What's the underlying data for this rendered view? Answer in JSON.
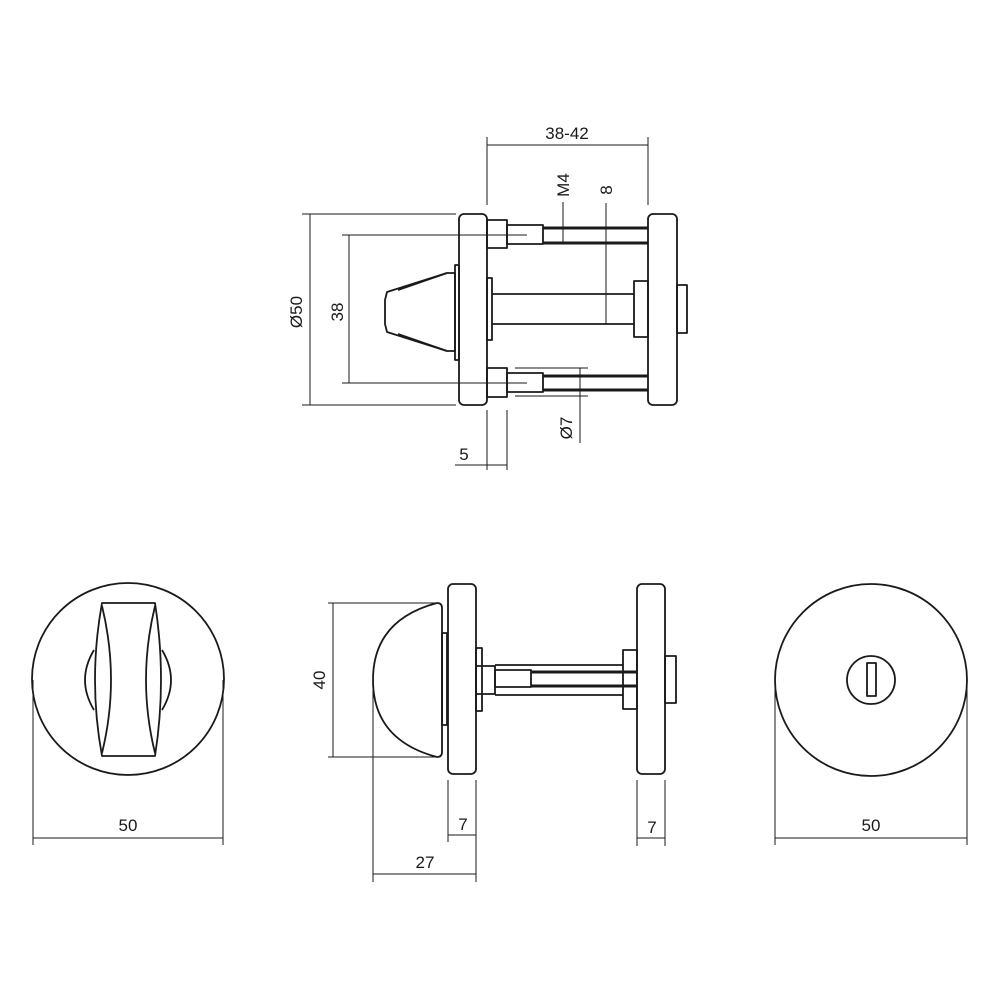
{
  "line_color": "#1a1a1a",
  "side_view": {
    "width_range": "38-42",
    "thread": "M4",
    "spindle": "8",
    "rosette_diameter": "Ø50",
    "screw_spacing": "38",
    "screw_diameter": "Ø7",
    "offset": "5"
  },
  "front_view": {
    "diameter": "50"
  },
  "profile_view": {
    "knob_height": "40",
    "rosette_left_thickness": "7",
    "rosette_right_thickness": "7",
    "knob_depth": "27"
  },
  "back_view": {
    "diameter": "50"
  }
}
